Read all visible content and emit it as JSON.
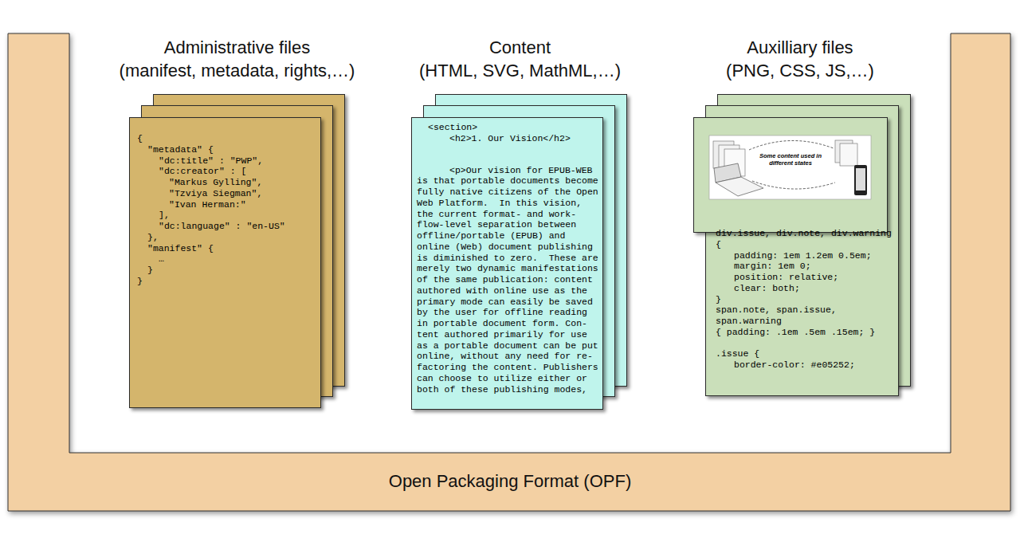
{
  "diagram": {
    "nodes": [
      {
        "text": [
          "Open Packaging Format (OPF)"
        ]
      },
      {
        "text": [
          "Administrative files",
          "(manifest, metadata, rights,…)",
          "{",
          "\"metadata\" {",
          "\"dc:title\" : \"PWP\",",
          "\"dc:creator\" : [",
          "\"Markus Gylling\",",
          "\"Tzviya Siegman\",",
          "\"Ivan Herman:\"",
          "],",
          "\"dc:language\" : \"en-US\"",
          "},",
          "\"manifest\" {",
          "…",
          "}",
          "}"
        ],
        "in": 0
      },
      {
        "text": [
          "Content",
          "(HTML, SVG, MathML,…)",
          "<section>",
          "<h2>1. Our Vision</h2>",
          "<p>Our vision for EPUB-WEB is that portable documents become fully native citizens of the Open Web Platform.  In this vision, the current format- and work- flow-level separation between offline/portable (EPUB) and online (Web) document publishing is diminished to zero.  These are merely two dynamic manifestations of the same publication: content authored with online use as the primary mode can easily be saved by the user for offline reading in portable document form. Con- tent authored primarily for use as a portable document can be put online, without any need for re- factoring the content. Publishers can choose to utilize either or both of these publishing modes,"
        ],
        "in": 0
      },
      {
        "text": [
          "Auxilliary files",
          "(PNG, CSS, JS,…)",
          "div.issue, div.note, div.warning",
          "{",
          "padding: 1em 1.2em 0.5em;",
          "margin: 1em 0;",
          "position: relative;",
          "clear: both;",
          "}",
          "span.note, span.issue,",
          "span.warning",
          "{ padding: .1em .5em .15em; }",
          ".issue {",
          "border-color: #e05252;"
        ],
        "in": 0
      }
    ],
    "labels": [
      "Some content used in different states"
    ]
  }
}
